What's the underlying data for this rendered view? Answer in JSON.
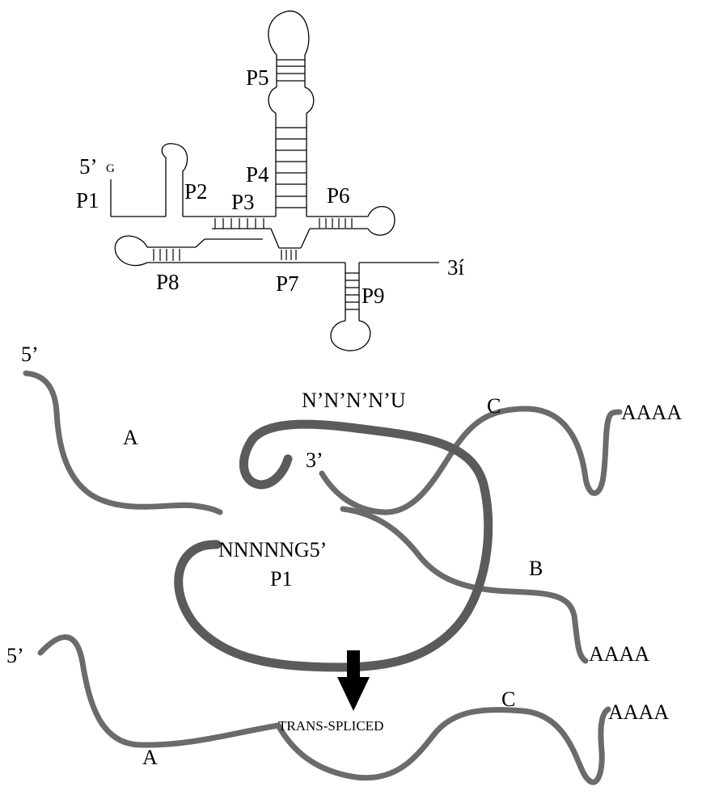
{
  "ribozyme_structure": {
    "five_prime": "5’",
    "guanosine": "G",
    "three_prime": "3í",
    "helices": {
      "p1": "P1",
      "p2": "P2",
      "p3": "P3",
      "p4": "P4",
      "p5": "P5",
      "p6": "P6",
      "p7": "P7",
      "p8": "P8",
      "p9": "P9"
    }
  },
  "substrate_complex": {
    "five_prime": "5’",
    "guide_sequence": "N’N’N’N’U",
    "ribozyme_3prime": "3’",
    "ribozyme_5prime_seq": "NNNNNG5’",
    "pairing_label": "P1",
    "segment_a": "A",
    "segment_b": "B",
    "segment_c": "C",
    "polya_b": "AAAA",
    "polya_c": "AAAA"
  },
  "product": {
    "five_prime": "5’",
    "label": "TRANS-SPLICED",
    "segment_a": "A",
    "segment_c": "C",
    "polya": "AAAA"
  },
  "colors": {
    "strand": "#6b6b6b",
    "ribozyme": "#5b5b5b",
    "arrow": "#000000"
  }
}
